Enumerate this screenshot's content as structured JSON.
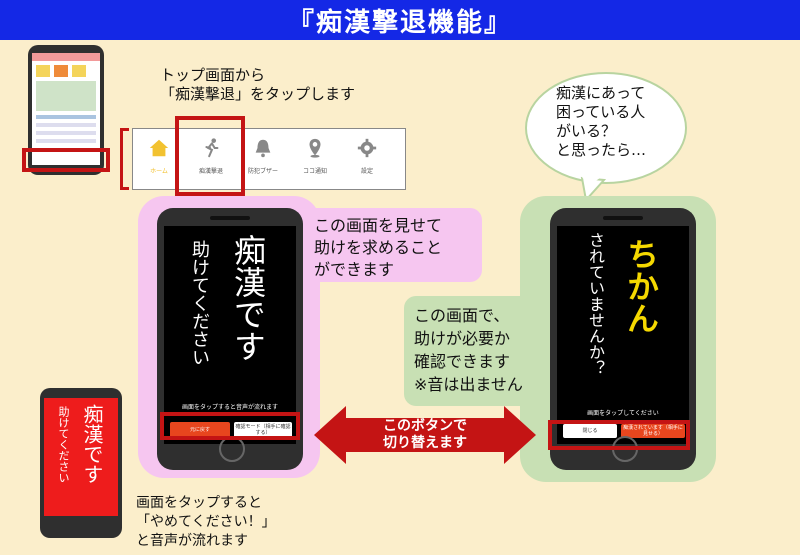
{
  "title": "『痴漢撃退機能』",
  "top_caption": "トップ画面から\n「痴漢撃退」をタップします",
  "nav": [
    {
      "label": "ホーム",
      "icon": "home-icon"
    },
    {
      "label": "痴漢撃退",
      "icon": "runner-icon"
    },
    {
      "label": "防犯ブザー",
      "icon": "bell-icon"
    },
    {
      "label": "ココ通知",
      "icon": "pin-icon"
    },
    {
      "label": "設定",
      "icon": "gear-icon"
    }
  ],
  "speech_bubble": "痴漢にあって\n困っている人\nがいる？\nと思ったら…",
  "pink_caption": "この画面を見せて\n助けを求めること\nができます",
  "green_caption": "この画面で、\n助けが必要か\n確認できます\n※音は出ません",
  "phone_left": {
    "line1": "痴漢です",
    "line2": "助けてください",
    "hint": "画面をタップすると音声が流れます",
    "btn_left": "元に戻す",
    "btn_right": "確認モード（相手に確認する）"
  },
  "phone_right": {
    "line1": "ちかん",
    "line2": "されていませんか？",
    "hint": "画面をタップしてください",
    "btn_left": "閉じる",
    "btn_right": "痴漢されています（相手に見せる）"
  },
  "arrow_label": "このボタンで\n切り替えます",
  "bottom_caption": "画面をタップすると\n「やめてください！」\nと音声が流れます",
  "red_phone": {
    "line1": "痴漢です",
    "line2": "助けてください"
  },
  "colors": {
    "banner": "#1428e6",
    "background": "#fbeecb",
    "pink": "#f6c6f0",
    "green": "#c8e0b4",
    "accent_red": "#c41414",
    "yellow_text": "#f5d800"
  }
}
